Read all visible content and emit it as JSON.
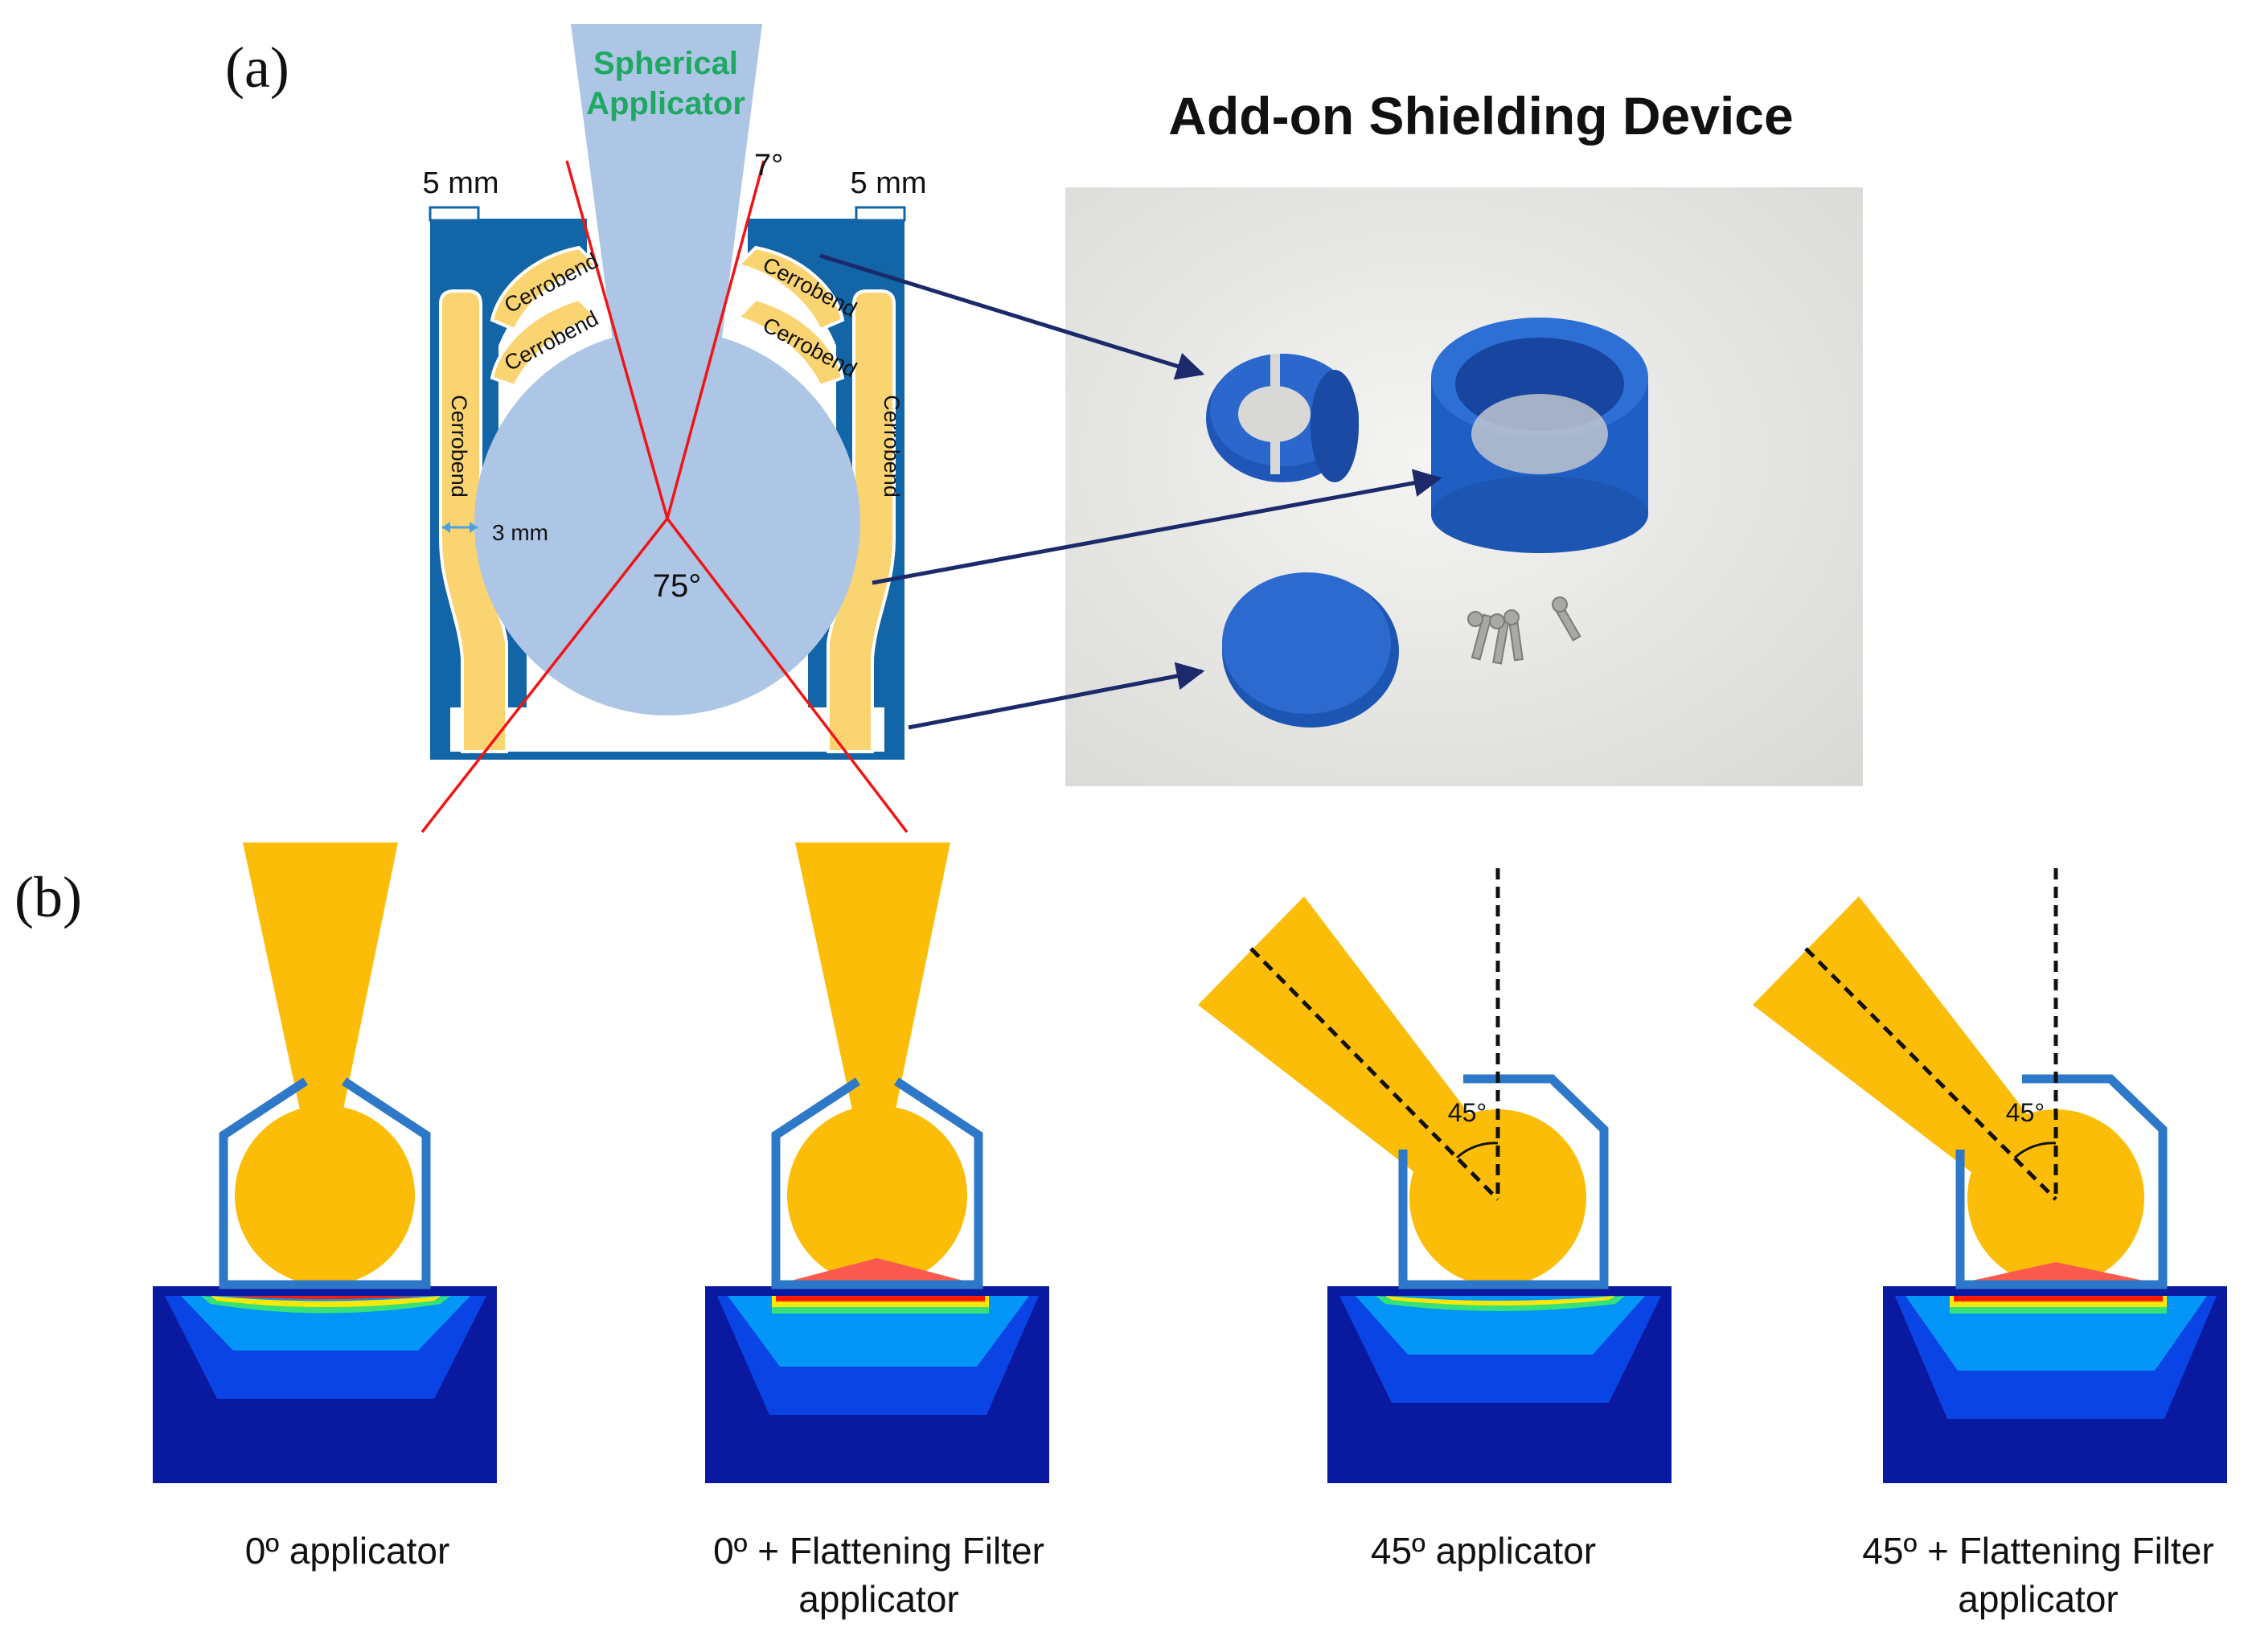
{
  "panel_a": {
    "label": "(a)",
    "applicator_label_line1": "Spherical",
    "applicator_label_line2": "Applicator",
    "beam_angle": "7°",
    "cone_angle": "75°",
    "wall_left": "5 mm",
    "wall_right": "5 mm",
    "gap": "3 mm",
    "material": "Cerrobend",
    "device_title": "Add-on Shielding Device"
  },
  "panel_b": {
    "label": "(b)",
    "angle_label": "45°",
    "captions": {
      "c1": "0º applicator",
      "c2_line1": "0º + Flattening Filter",
      "c2_line2": "applicator",
      "c3": "45º applicator",
      "c4_line1": "45º + Flattening Filter",
      "c4_line2": "applicator"
    }
  },
  "colors": {
    "applicator_light": "#adc6e6",
    "device_blue": "#1265a6",
    "cerrobend_yellow": "#fbd472",
    "beam_orange": "#fbbd08",
    "frame_blue": "#2d78c8",
    "arrow_navy": "#1c2a6b",
    "filter_red": "#fa5a4d",
    "dose_deep_blue": "#0a1aa0",
    "laser_red": "#f01515"
  },
  "icons": [
    "arrow-icon",
    "screw-icon"
  ]
}
